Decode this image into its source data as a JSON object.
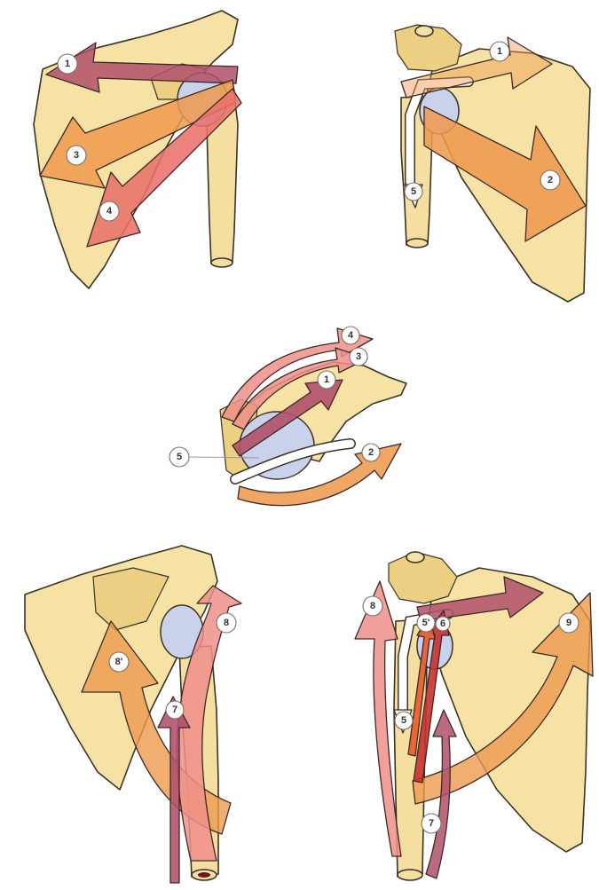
{
  "labels": {
    "tl": [
      "1",
      "3",
      "4"
    ],
    "tr": [
      "1",
      "2",
      "5"
    ],
    "mid": [
      "4",
      "3",
      "1",
      "2",
      "5"
    ],
    "bl": [
      "8",
      "8'",
      "7"
    ],
    "br": [
      "8",
      "5'",
      "6",
      "5",
      "9",
      "7"
    ]
  },
  "colors": {
    "bone": "#f6e2a4",
    "humeral_head": "#c9d2ea",
    "arrow_purple": "#b0506a",
    "arrow_orange": "#ee9a4e",
    "arrow_salmon": "#e8726a",
    "arrow_pink": "#ef8f8a",
    "arrow_red": "#c8302e"
  }
}
